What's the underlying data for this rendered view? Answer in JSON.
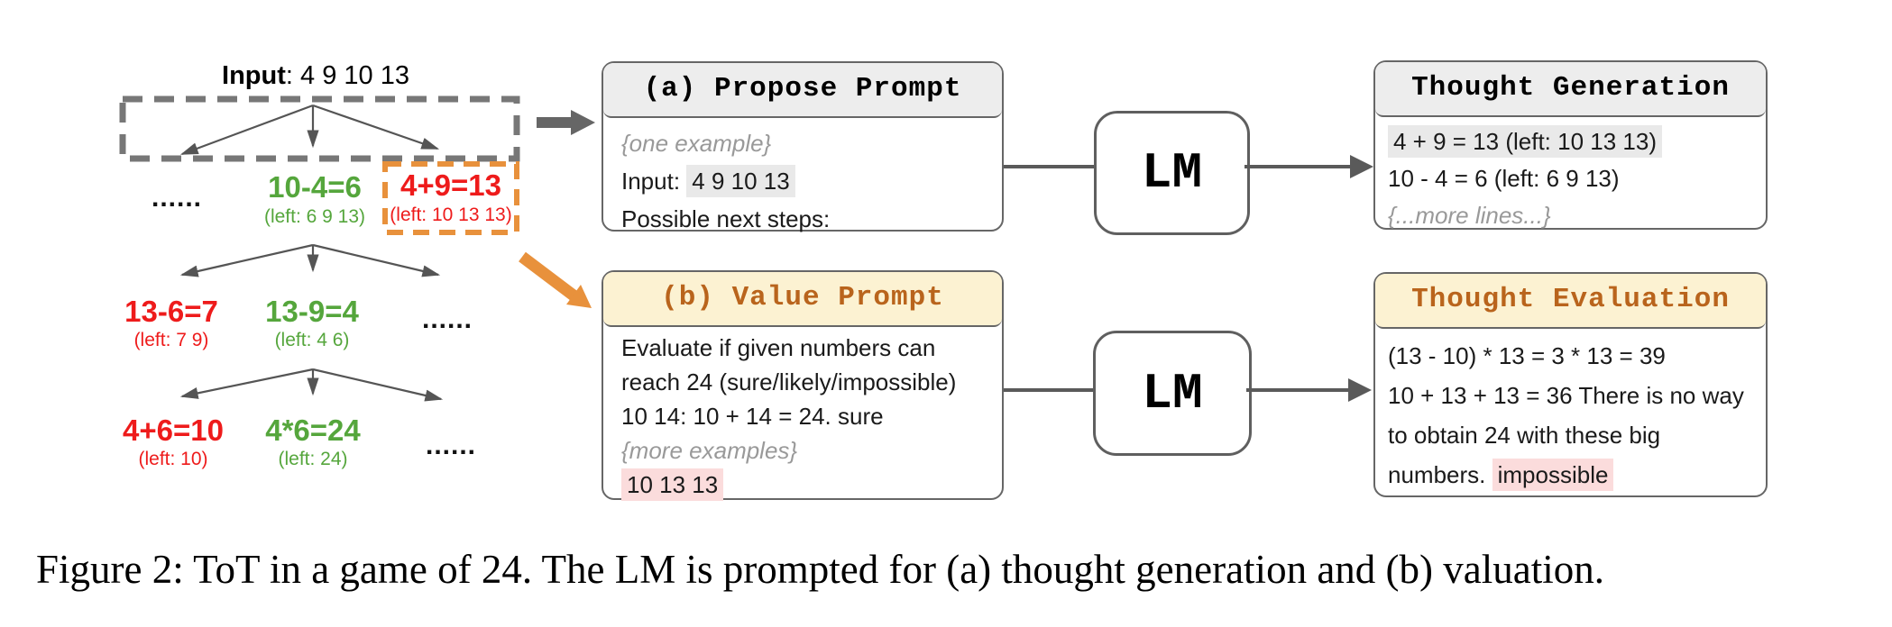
{
  "tree": {
    "input_label": "Input",
    "input_rest": ": 4 9 10 13",
    "levels": [
      {
        "nodes": [
          {
            "text": "......"
          },
          {
            "line1": "10-4=6",
            "line2": "(left: 6 9 13)",
            "color": "green"
          },
          {
            "line1": "4+9=13",
            "line2": "(left: 10 13 13)",
            "color": "red",
            "boxed": true
          }
        ]
      },
      {
        "nodes": [
          {
            "line1": "13-6=7",
            "line2": "(left: 7 9)",
            "color": "red"
          },
          {
            "line1": "13-9=4",
            "line2": "(left: 4 6)",
            "color": "green"
          },
          {
            "text": "......"
          }
        ]
      },
      {
        "nodes": [
          {
            "line1": "4+6=10",
            "line2": "(left: 10)",
            "color": "red"
          },
          {
            "line1": "4*6=24",
            "line2": "(left: 24)",
            "color": "green"
          },
          {
            "text": "......"
          }
        ]
      }
    ]
  },
  "propose_prompt": {
    "title": "(a) Propose Prompt",
    "line1": "{one example}",
    "line2_prefix": "Input: ",
    "line2_highlight": "4 9 10 13",
    "line3": "Possible next steps:"
  },
  "value_prompt": {
    "title": "(b) Value Prompt",
    "line1": "Evaluate if given numbers can",
    "line2": "reach 24 (sure/likely/impossible)",
    "line3": "10 14: 10 + 14 = 24. sure",
    "line4": "{more examples}",
    "line5_highlight": "10 13 13"
  },
  "lm_top": {
    "label": "LM"
  },
  "lm_bottom": {
    "label": "LM"
  },
  "thought_generation": {
    "title": "Thought Generation",
    "line1_highlight": "4 + 9 = 13 (left: 10 13 13)",
    "line2": "10 - 4 = 6 (left: 6 9 13)",
    "line3": "{...more lines...}"
  },
  "thought_evaluation": {
    "title": "Thought Evaluation",
    "line1": "(13 - 10) * 13 = 3 * 13 = 39",
    "line2": "10 + 13 + 13 = 36 There is no way",
    "line3": "to obtain 24 with these big",
    "line4_prefix": "numbers. ",
    "line4_highlight": "impossible"
  },
  "caption": "Figure 2: ToT in a game of 24. The LM is prompted for (a) thought generation and (b) valuation.",
  "colors": {
    "node_green": "#55a63c",
    "node_red": "#ee1b1b",
    "orange_accent": "#e8913c",
    "header_orange_text": "#b9641c",
    "header_cream_bg": "#fcf2d2",
    "header_gray_bg": "#ededed",
    "highlight_gray": "#e9e9e9",
    "highlight_pink": "#fbdcdc",
    "arrow_gray": "#5a5a5a",
    "dashed_gray": "#777777"
  }
}
